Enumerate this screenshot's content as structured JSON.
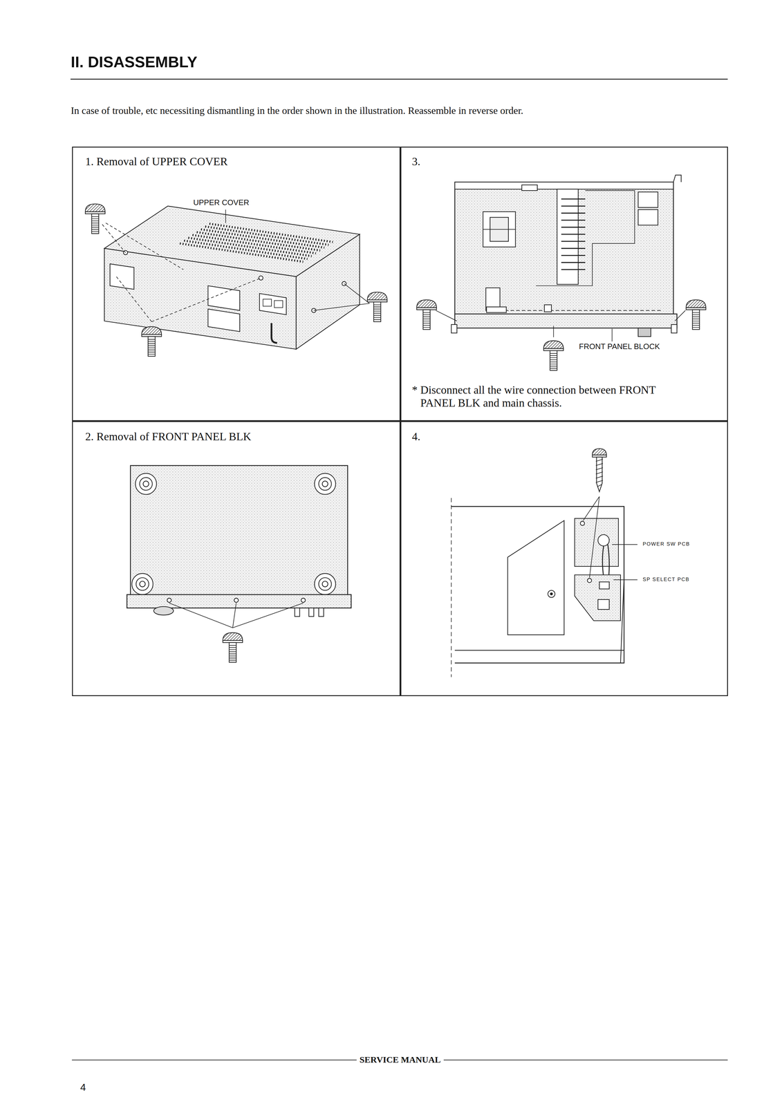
{
  "diagram": {
    "title": "II. DISASSEMBLY",
    "nodes": [
      {
        "text": [
          "1. Removal of UPPER COVER"
        ]
      },
      {
        "text": [
          "3.",
          "* Disconnect all the wire connection between FRONT PANEL BLK and main chassis."
        ]
      },
      {
        "text": [
          "2. Removal of FRONT PANEL BLK"
        ]
      },
      {
        "text": [
          "4."
        ]
      }
    ],
    "labels": [
      "In case of trouble, etc necessiting dismantling in the order shown in the illustration. Reassemble in reverse order.",
      "UPPER COVER",
      "FRONT PANEL BLOCK",
      "POWER SW PCB",
      "SP SELECT PCB",
      "SERVICE MANUAL",
      "4"
    ]
  }
}
